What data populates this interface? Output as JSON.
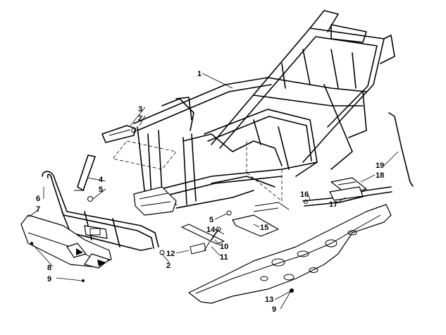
{
  "callouts": [
    {
      "id": "c1",
      "label": "1"
    },
    {
      "id": "c2a",
      "label": "2"
    },
    {
      "id": "c2b",
      "label": "2"
    },
    {
      "id": "c3",
      "label": "3"
    },
    {
      "id": "c4",
      "label": "4"
    },
    {
      "id": "c5a",
      "label": "5"
    },
    {
      "id": "c5b",
      "label": "5"
    },
    {
      "id": "c6",
      "label": "6"
    },
    {
      "id": "c7",
      "label": "7"
    },
    {
      "id": "c8",
      "label": "8"
    },
    {
      "id": "c9a",
      "label": "9"
    },
    {
      "id": "c9b",
      "label": "9"
    },
    {
      "id": "c10",
      "label": "10"
    },
    {
      "id": "c11",
      "label": "11"
    },
    {
      "id": "c12",
      "label": "12"
    },
    {
      "id": "c13",
      "label": "13"
    },
    {
      "id": "c14",
      "label": "14"
    },
    {
      "id": "c15",
      "label": "15"
    },
    {
      "id": "c16",
      "label": "16"
    },
    {
      "id": "c17",
      "label": "17"
    },
    {
      "id": "c18",
      "label": "18"
    },
    {
      "id": "c19",
      "label": "19"
    }
  ]
}
